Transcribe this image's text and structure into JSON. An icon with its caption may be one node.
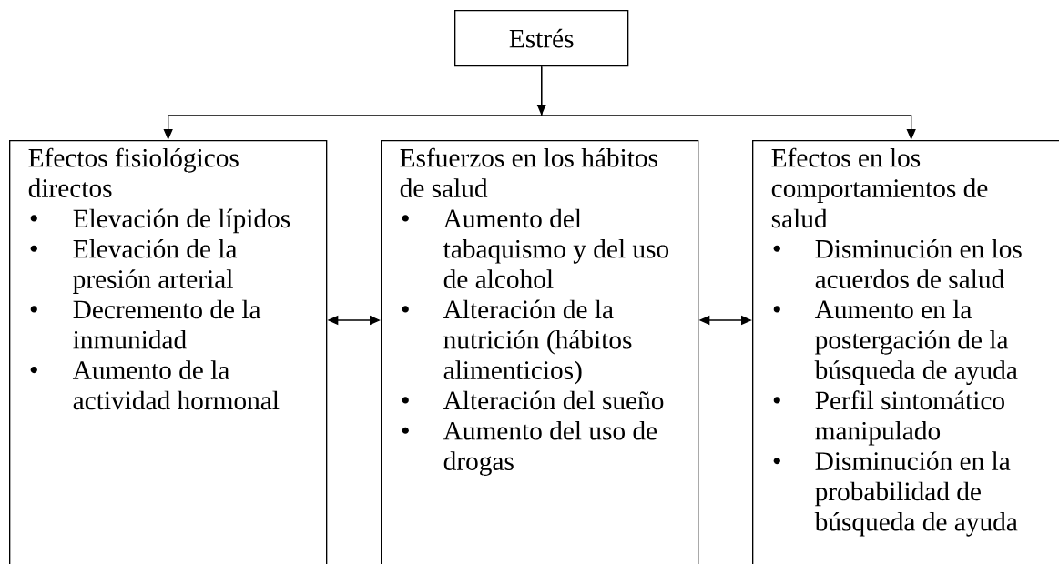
{
  "diagram": {
    "nodes": [
      {
        "text": [
          "Estrés"
        ]
      },
      {
        "text": [
          "Efectos fisiológicos directos",
          "Elevación de lípidos",
          "Elevación de la presión arterial",
          "Decremento de la inmunidad",
          "Aumento de la actividad hormonal"
        ]
      },
      {
        "text": [
          "Esfuerzos en los hábitos de salud",
          "Aumento del tabaquismo y del uso de alcohol",
          "Alteración de la nutrición (hábitos alimenticios)",
          "Alteración del sueño",
          "Aumento del uso de drogas"
        ]
      },
      {
        "text": [
          "Efectos en los comportamientos de salud",
          "Disminución en los acuerdos de salud",
          "Aumento en la postergación de la búsqueda de ayuda",
          "Perfil sintomático manipulado",
          "Disminución en la probabilidad de búsqueda de ayuda"
        ]
      }
    ],
    "edges": [
      {
        "from": 0,
        "to": 1,
        "arrow": "to"
      },
      {
        "from": 0,
        "to": 3,
        "arrow": "to"
      },
      {
        "from": 1,
        "to": 2,
        "arrow": "both"
      },
      {
        "from": 2,
        "to": 3,
        "arrow": "both"
      }
    ]
  }
}
